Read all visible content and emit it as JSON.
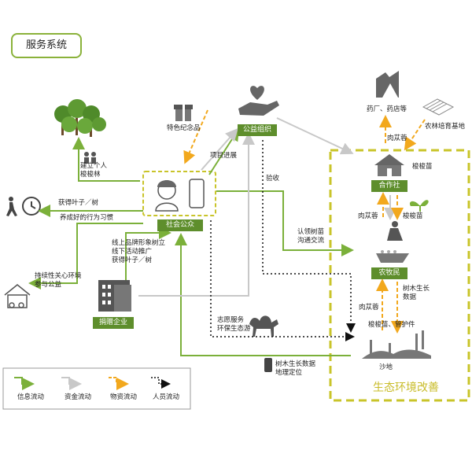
{
  "title": "服务系统",
  "nodes": {
    "shegong": "社会公众",
    "gongyi": "公益组织",
    "juanzeng": "捐赠企业",
    "hezuoshe": "合作社",
    "nongmu": "农牧民",
    "shadi": "沙地"
  },
  "labels": {
    "individual_forest": "建立个人\n梭梭林",
    "souvenir": "特色纪念品",
    "project_progress": "项目进展",
    "acceptance": "验收",
    "get_leaves": "获得叶子／树",
    "habits": "养成好的行为习惯",
    "online_offline": "线上品牌形象树立\n线下活动推广\n获得叶子／树",
    "sustain": "持续性关心环境\n参与公益",
    "adopt": "认领树苗\n沟通交流",
    "volunteer": "志愿服务\n环保生态游",
    "tree_data": "树木生长数据\n地理定位",
    "pharma": "药厂、药店等",
    "agroforest": "农林培育基地",
    "cistanche1": "肉苁蓉",
    "saxaul_seed1": "梭梭苗",
    "cistanche2": "肉苁蓉",
    "saxaul_seed2": "梭梭苗",
    "tree_growth": "树木生长\n数据",
    "cistanche3": "肉苁蓉",
    "saxaul_tube": "梭梭苗、管护件",
    "eco_improve": "生态环境改善"
  },
  "legend": [
    "信息流动",
    "资金流动",
    "物资流动",
    "人员流动"
  ],
  "colors": {
    "info": "#7bb03a",
    "fund": "#c8c8c8",
    "material": "#f2a81d",
    "people": "#111111",
    "tag": "#5e8e2c",
    "dashed_box": "#c9c42a"
  }
}
